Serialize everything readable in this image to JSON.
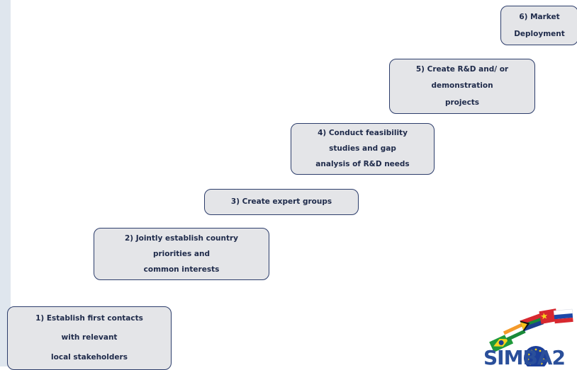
{
  "steps": [
    {
      "lines": [
        "1) Establish first contacts",
        "with  relevant",
        "local stakeholders"
      ]
    },
    {
      "lines": [
        "2) Jointly establish country",
        "priorities  and",
        "common interests"
      ]
    },
    {
      "lines": [
        "3) Create expert groups"
      ]
    },
    {
      "lines": [
        "4) Conduct feasibility",
        "studies and gap",
        "analysis of R&D needs"
      ]
    },
    {
      "lines": [
        "5) Create R&D and/ or",
        "demonstration",
        "projects"
      ]
    },
    {
      "lines": [
        "6) Market",
        "Deployment"
      ]
    }
  ],
  "logo": {
    "text": "SIMBA2",
    "colors": {
      "brand": "#2a4f9a",
      "box_fill": "#e4e5e8",
      "box_border": "#2c3d6b"
    }
  }
}
